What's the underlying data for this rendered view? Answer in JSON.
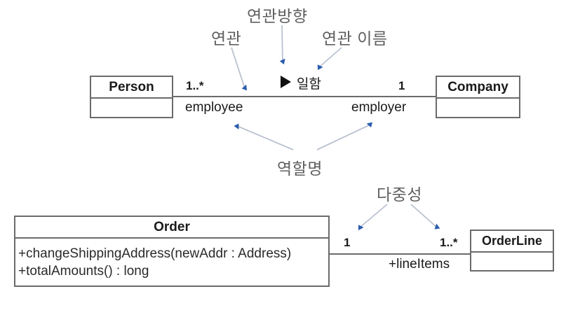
{
  "diagram": {
    "title_note": "UML class diagram annotation example",
    "background_color": "#ffffff",
    "line_color": "#6b6b6b",
    "annotation_text_color": "#5f5f5f",
    "annotation_arrow_color": "#b9c2d0",
    "annotation_arrowhead_color": "#2a5cad"
  },
  "top_diagram": {
    "left_class": {
      "name": "Person",
      "compartment_rows": []
    },
    "right_class": {
      "name": "Company",
      "compartment_rows": []
    },
    "association": {
      "name": "일함",
      "direction_marker": "filled-right-triangle",
      "left_multiplicity": "1..*",
      "left_role": "employee",
      "right_multiplicity": "1",
      "right_role": "employer"
    },
    "annotations": [
      {
        "id": "assoc",
        "label": "연관"
      },
      {
        "id": "assoc-direction",
        "label": "연관방향"
      },
      {
        "id": "assoc-name",
        "label": "연관 이름"
      },
      {
        "id": "role-name",
        "label": "역할명"
      }
    ]
  },
  "bottom_diagram": {
    "left_class": {
      "name": "Order",
      "compartment_rows": [
        "+changeShippingAddress(newAddr : Address)",
        "+totalAmounts() : long"
      ]
    },
    "right_class": {
      "name": "OrderLine",
      "compartment_rows": []
    },
    "association": {
      "left_multiplicity": "1",
      "right_multiplicity": "1..*",
      "role": "+lineItems"
    },
    "annotations": [
      {
        "id": "multiplicity",
        "label": "다중성"
      }
    ]
  }
}
